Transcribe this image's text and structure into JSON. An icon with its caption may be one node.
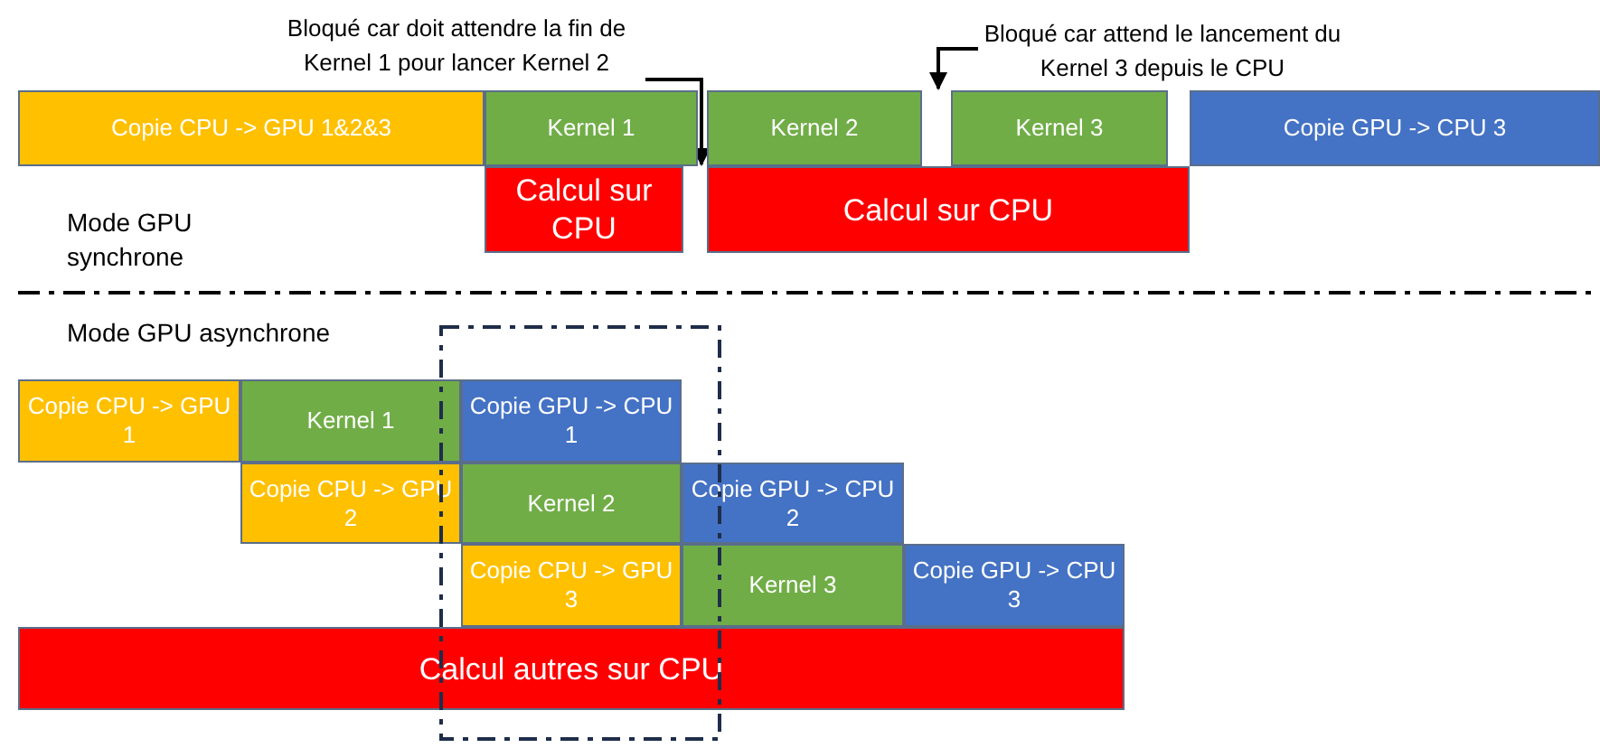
{
  "diagram": {
    "nodes": [
      {
        "text": [
          "Bloqué car doit attendre la fin de Kernel 1 pour lancer Kernel 2"
        ]
      },
      {
        "text": [
          "Bloqué car attend le lancement du Kernel 3 depuis le CPU"
        ]
      },
      {
        "text": [
          "Copie CPU -> GPU 1&2&3"
        ]
      },
      {
        "text": [
          "Kernel 1"
        ]
      },
      {
        "text": [
          "Kernel 2"
        ]
      },
      {
        "text": [
          "Kernel 3"
        ]
      },
      {
        "text": [
          "Copie GPU -> CPU 3"
        ]
      },
      {
        "text": [
          "Calcul sur CPU"
        ]
      },
      {
        "text": [
          "Calcul sur CPU"
        ]
      },
      {
        "text": [
          "Copie CPU -> GPU 1"
        ]
      },
      {
        "text": [
          "Kernel 1"
        ]
      },
      {
        "text": [
          "Copie GPU -> CPU 1"
        ]
      },
      {
        "text": [
          "Copie CPU -> GPU 2"
        ]
      },
      {
        "text": [
          "Kernel 2"
        ]
      },
      {
        "text": [
          "Copie GPU -> CPU 2"
        ]
      },
      {
        "text": [
          "Copie CPU -> GPU 3"
        ]
      },
      {
        "text": [
          "Kernel 3"
        ]
      },
      {
        "text": [
          "Copie GPU -> CPU 3"
        ]
      },
      {
        "text": [
          "Calcul autres sur CPU"
        ]
      }
    ],
    "edges": [
      {
        "from": 0,
        "to": 4,
        "arrow": "to"
      },
      {
        "from": 1,
        "to": 5,
        "arrow": "to"
      }
    ],
    "labels": [
      "Mode GPU synchrone",
      "Mode GPU asynchrone"
    ]
  }
}
